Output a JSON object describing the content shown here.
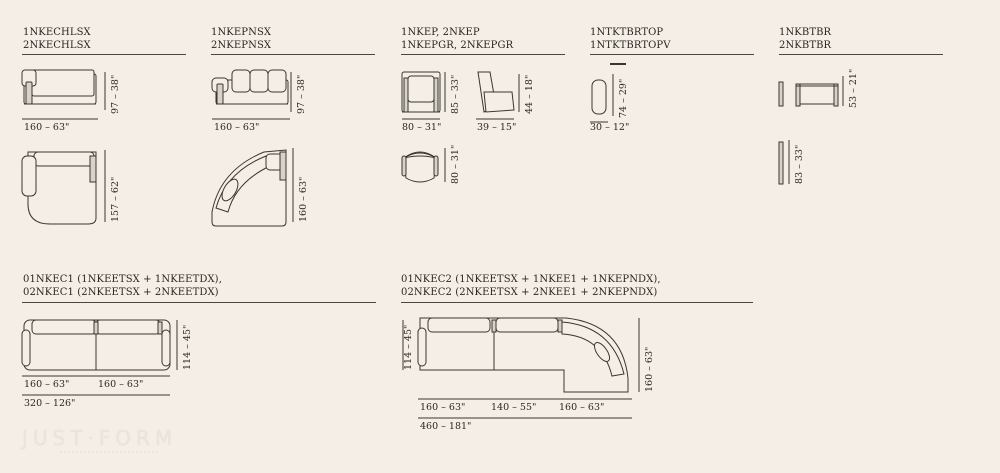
{
  "brand": {
    "logo": "JUST·FORM"
  },
  "sections": {
    "chlsx": {
      "codes": [
        "1NKECHLSX",
        "2NKECHLSX"
      ],
      "width": "160 – 63\"",
      "height": "97 – 38\"",
      "depth": "157 – 62\""
    },
    "epnsx": {
      "codes": [
        "1NKEPNSX",
        "2NKEPNSX"
      ],
      "width": "160 – 63\"",
      "height": "97 – 38\"",
      "depth": "160 – 63\""
    },
    "nkep": {
      "codes": [
        "1NKEP, 2NKEP",
        "1NKEPGR, 2NKEPGR"
      ],
      "width": "80 – 31\"",
      "height": "85 – 33\"",
      "side_width": "39 – 15\"",
      "side_height": "44 – 18\"",
      "depth": "80 – 31\""
    },
    "tktbr": {
      "codes": [
        "1NTKTBRTOP",
        "1NTKTBRTOPV"
      ],
      "width": "30 – 12\"",
      "height": "74 – 29\""
    },
    "btbr": {
      "codes": [
        "1NKBTBR",
        "2NKBTBR"
      ],
      "height": "53 – 21\"",
      "depth": "83 – 33\""
    },
    "nkec1": {
      "codes": [
        "01NKEC1 (1NKEETSX + 1NKEETDX),",
        "02NKEC1 (2NKEETSX + 2NKEETDX)"
      ],
      "seg1": "160 – 63\"",
      "seg2": "160 – 63\"",
      "total": "320 – 126\"",
      "depth": "114 – 45\""
    },
    "nkec2": {
      "codes": [
        "01NKEC2 (1NKEETSX + 1NKEE1 + 1NKEPNDX),",
        "02NKEC2 (2NKEETSX + 2NKEE1 + 2NKEPNDX)"
      ],
      "seg1": "160 – 63\"",
      "seg2": "140 – 55\"",
      "seg3": "160 – 63\"",
      "total": "460 – 181\"",
      "depth_left": "114 – 45\"",
      "depth_right": "160 – 63\""
    }
  }
}
